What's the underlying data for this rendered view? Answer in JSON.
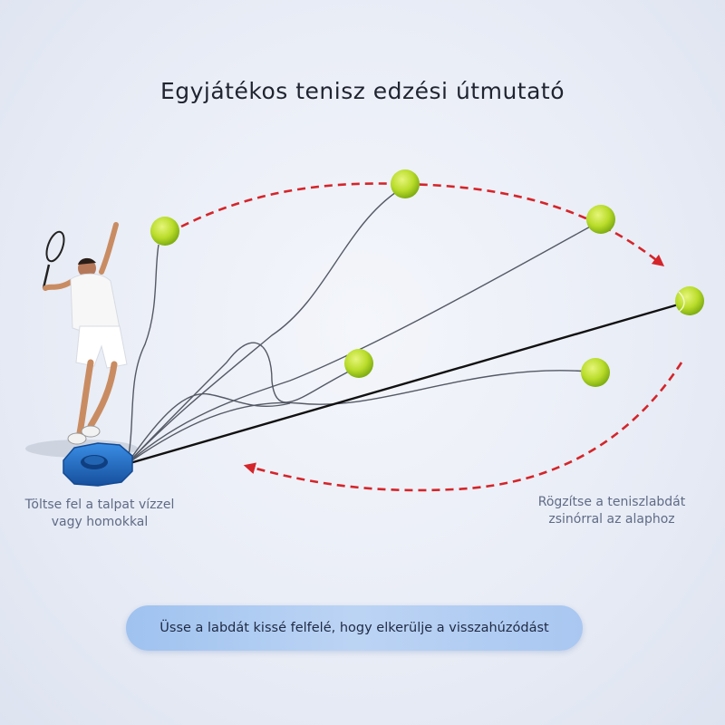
{
  "title": "Egyjátékos tenisz edzési útmutató",
  "captions": {
    "left_line1": "Töltse fel a talpat vízzel",
    "left_line2": "vagy homokkal",
    "right_line1": "Rögzítse a teniszlabdát",
    "right_line2": "zsinórral az alaphoz"
  },
  "tip": "Üsse a labdát kissé felfelé, hogy elkerülje a visszahúzódást",
  "colors": {
    "ball": "#b9dc2a",
    "ball_shadow": "#7fae12",
    "arrow": "#d4252a",
    "base": "#1f6fc8",
    "cord_thin": "#3a3f4b",
    "cord_main": "#111111",
    "banner": "#aecbf2"
  },
  "icons": {
    "player": "tennis-player-icon",
    "base": "trainer-base-icon",
    "ball": "tennis-ball-icon"
  }
}
